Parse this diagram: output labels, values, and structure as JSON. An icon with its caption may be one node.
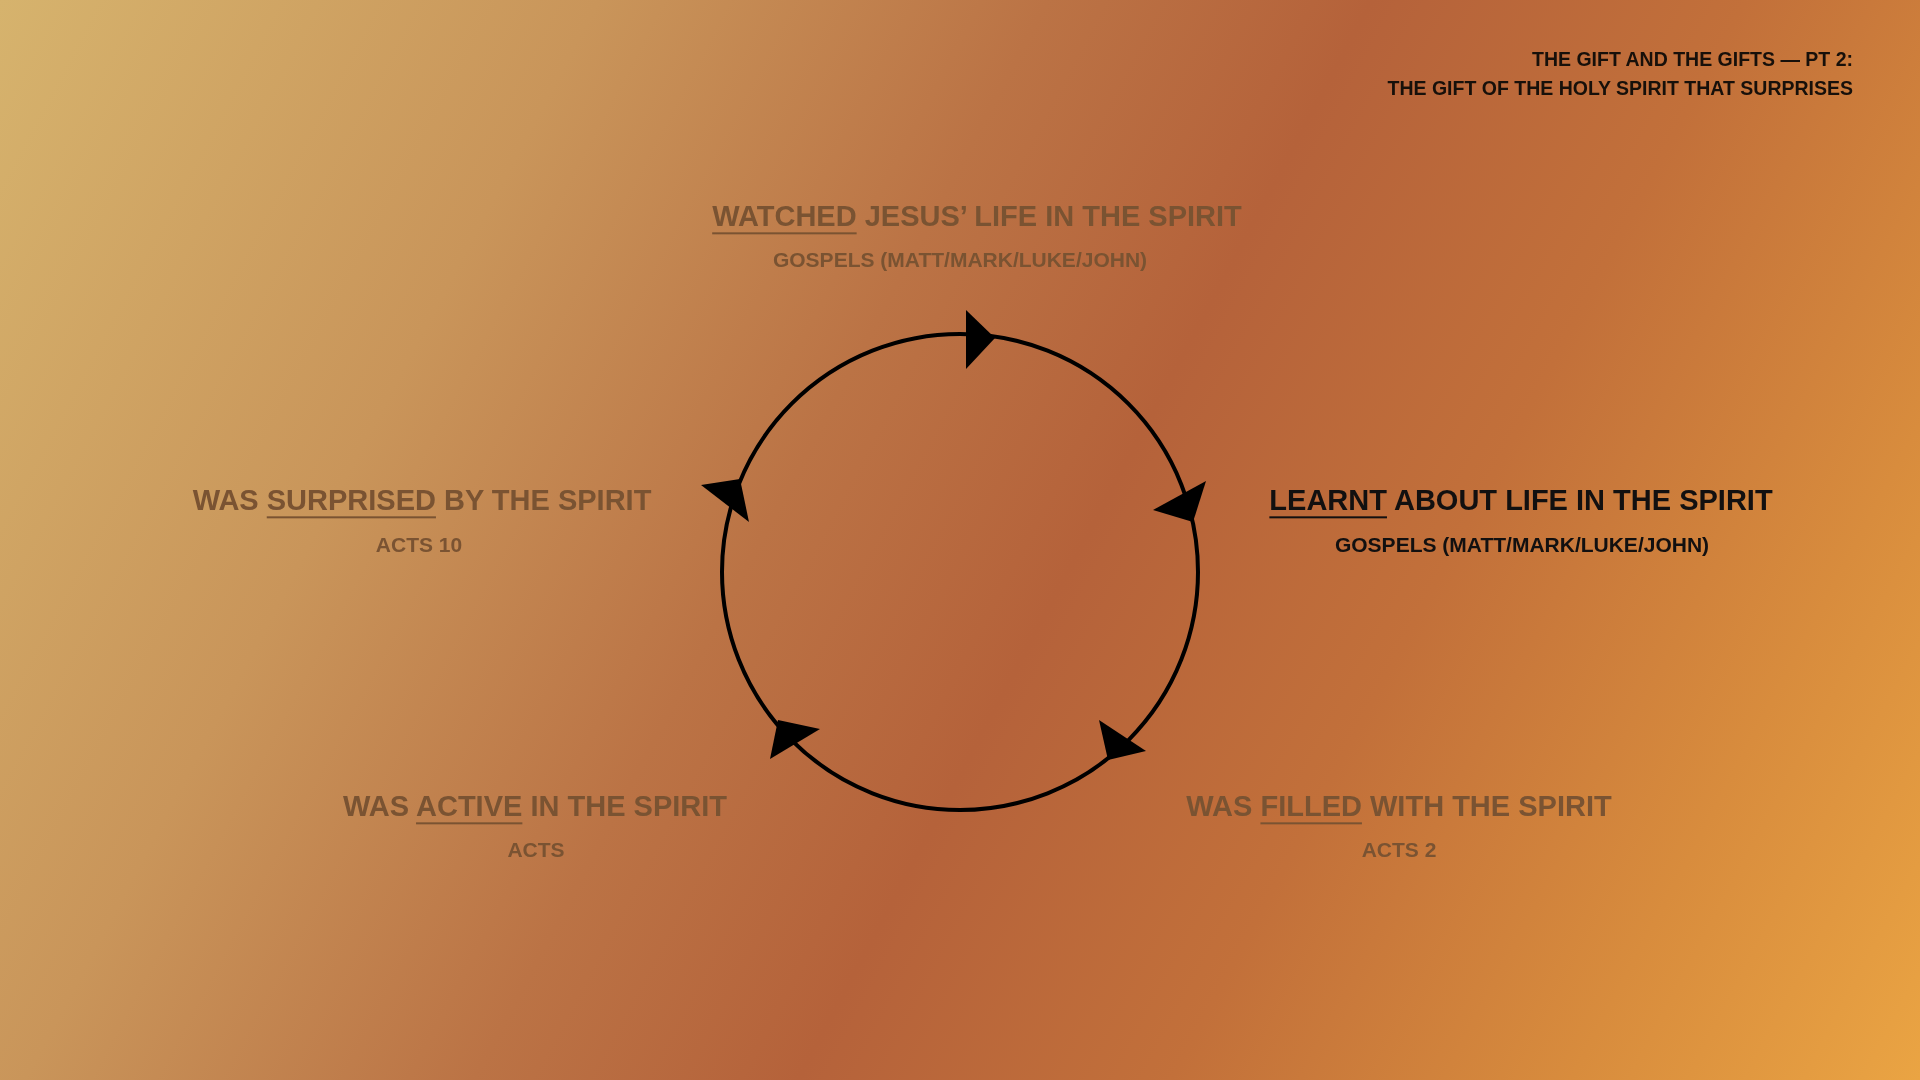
{
  "diagram": {
    "title": "THE GIFT AND THE GIFTS — PT 2:",
    "labels": [
      "THE GIFT OF THE HOLY SPIRIT THAT SURPRISES",
      "WATCHED JESUS’ LIFE IN THE SPIRIT",
      "GOSPELS (MATT/MARK/LUKE/JOHN)",
      "WAS SURPRISED BY THE SPIRIT",
      "ACTS 10",
      "LEARNT ABOUT LIFE IN THE SPIRIT",
      "GOSPELS (MATT/MARK/LUKE/JOHN)",
      "WAS ACTIVE IN THE SPIRIT",
      "ACTS",
      "WAS FILLED WITH THE SPIRIT",
      "ACTS 2"
    ]
  }
}
